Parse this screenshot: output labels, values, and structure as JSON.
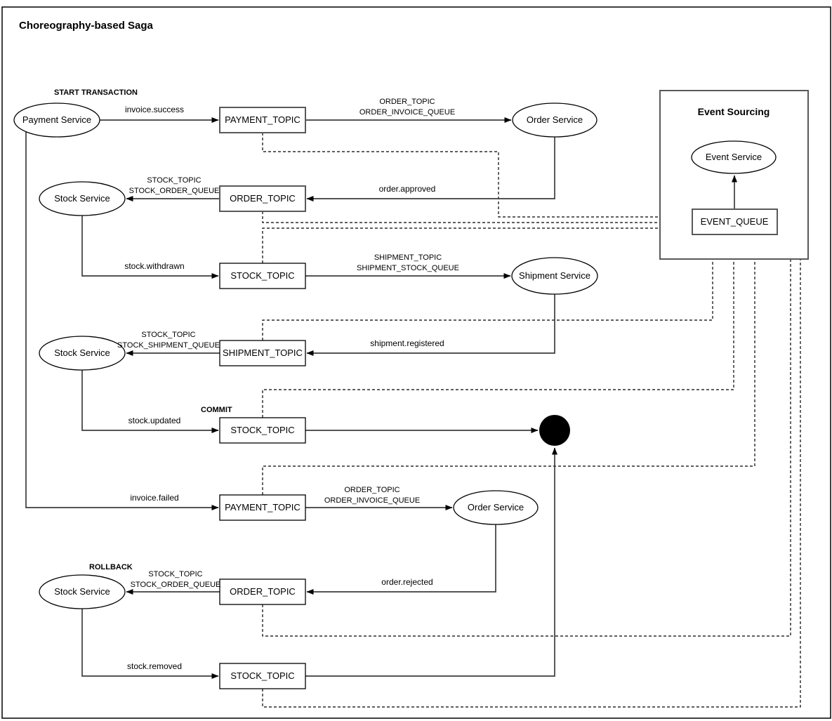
{
  "title": "Choreography-based Saga",
  "phases": {
    "start": "START TRANSACTION",
    "commit": "COMMIT",
    "rollback": "ROLLBACK"
  },
  "services": [
    {
      "id": "payment-service",
      "label": "Payment Service"
    },
    {
      "id": "order-service-success",
      "label": "Order Service"
    },
    {
      "id": "stock-service-order",
      "label": "Stock Service"
    },
    {
      "id": "shipment-service",
      "label": "Shipment Service"
    },
    {
      "id": "stock-service-shipment",
      "label": "Stock Service"
    },
    {
      "id": "order-service-invoice",
      "label": "Order Service"
    },
    {
      "id": "stock-service-rollback",
      "label": "Stock Service"
    }
  ],
  "topics": [
    {
      "id": "payment-topic-success",
      "label": "PAYMENT_TOPIC"
    },
    {
      "id": "order-topic-approved",
      "label": "ORDER_TOPIC"
    },
    {
      "id": "stock-topic-withdrawn",
      "label": "STOCK_TOPIC"
    },
    {
      "id": "shipment-topic",
      "label": "SHIPMENT_TOPIC"
    },
    {
      "id": "stock-topic-updated",
      "label": "STOCK_TOPIC"
    },
    {
      "id": "payment-topic-failed",
      "label": "PAYMENT_TOPIC"
    },
    {
      "id": "order-topic-rejected",
      "label": "ORDER_TOPIC"
    },
    {
      "id": "stock-topic-removed",
      "label": "STOCK_TOPIC"
    }
  ],
  "event_sourcing": {
    "title": "Event Sourcing",
    "service_label": "Event Service",
    "queue_label": "EVENT_QUEUE"
  },
  "edge_labels": {
    "invoice_success": "invoice.success",
    "order_approved": "order.approved",
    "stock_withdrawn": "stock.withdrawn",
    "shipment_registered": "shipment.registered",
    "stock_updated": "stock.updated",
    "invoice_failed": "invoice.failed",
    "order_rejected": "order.rejected",
    "stock_removed": "stock.removed"
  },
  "channel_labels": {
    "success_order": [
      "ORDER_TOPIC",
      "ORDER_INVOICE_QUEUE"
    ],
    "order_stock": [
      "STOCK_TOPIC",
      "STOCK_ORDER_QUEUE"
    ],
    "stock_shipment": [
      "SHIPMENT_TOPIC",
      "SHIPMENT_STOCK_QUEUE"
    ],
    "shipment_stock": [
      "STOCK_TOPIC",
      "STOCK_SHIPMENT_QUEUE"
    ],
    "failed_order": [
      "ORDER_TOPIC",
      "ORDER_INVOICE_QUEUE"
    ],
    "rollback_stock": [
      "STOCK_TOPIC",
      "STOCK_ORDER_QUEUE"
    ]
  },
  "colors": {
    "stroke": "#000000",
    "solid_edge": "#3d3d3d",
    "highlight_stroke": "#595959",
    "node_fill": "#ffffff",
    "end_node_fill": "#000000"
  }
}
